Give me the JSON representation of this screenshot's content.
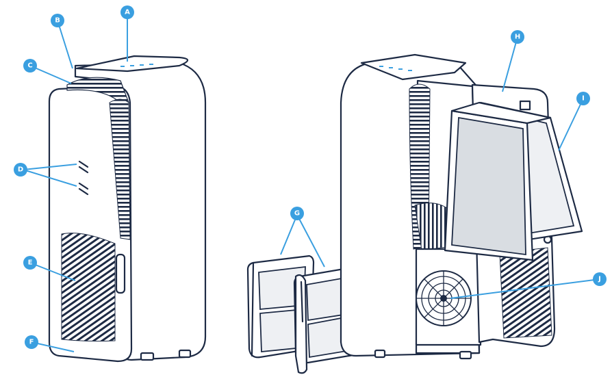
{
  "callouts": [
    {
      "id": "A",
      "label": "A"
    },
    {
      "id": "B",
      "label": "B"
    },
    {
      "id": "C",
      "label": "C"
    },
    {
      "id": "D",
      "label": "D"
    },
    {
      "id": "E",
      "label": "E"
    },
    {
      "id": "F",
      "label": "F"
    },
    {
      "id": "G",
      "label": "G"
    },
    {
      "id": "H",
      "label": "H"
    },
    {
      "id": "I",
      "label": "I"
    },
    {
      "id": "J",
      "label": "J"
    }
  ],
  "colors": {
    "outline": "#1d2a44",
    "callout": "#3a9fe0",
    "filter": "#d9dde2",
    "indicator": "#3a9fe0"
  }
}
